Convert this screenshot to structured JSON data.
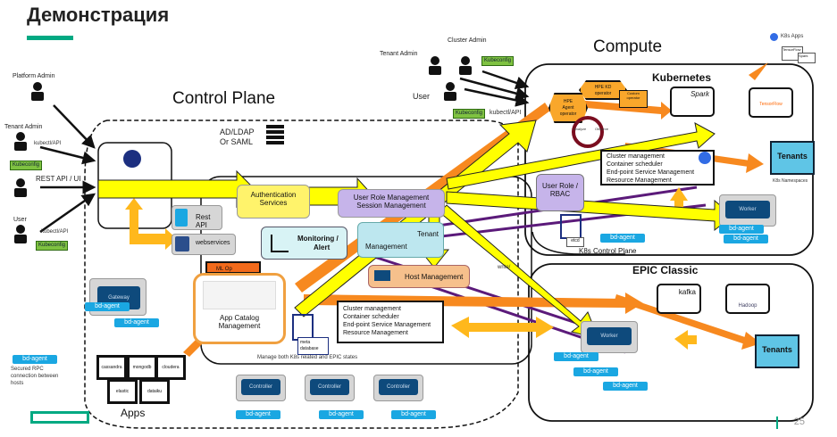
{
  "header": {
    "title": "Демонстрация",
    "accent_color": "#01a982"
  },
  "regions": {
    "control_plane": "Control Plane",
    "compute": "Compute",
    "kubernetes": "Kubernetes",
    "epic_classic": "EPIC Classic",
    "k8s_control_plane": "K8s Control Plane",
    "apps": "Apps"
  },
  "actors_left": [
    {
      "role": "Platform Admin",
      "channel": "",
      "kubeconfig": false
    },
    {
      "role": "Tenant Admin",
      "channel": "kubectl/API",
      "kubeconfig": true
    },
    {
      "role": "",
      "channel": "REST API / UI",
      "kubeconfig": false
    },
    {
      "role": "User",
      "channel": "kubectl/API",
      "kubeconfig": true
    }
  ],
  "actors_top": {
    "tenant_admin": "Tenant Admin",
    "cluster_admin": "Cluster Admin",
    "user": "User",
    "channel": "kubectl/API"
  },
  "kubeconfig_label": "Kubeconfig",
  "control_plane": {
    "auth_source": [
      "AD/LDAP",
      "Or SAML"
    ],
    "authentication": [
      "Authentication",
      "Services"
    ],
    "user_role": [
      "User Role Management",
      "Session Management"
    ],
    "rest_api": "Rest API",
    "api_icon_label": "API",
    "webservices": "webservices",
    "monitoring": [
      "Monitoring /",
      "Alert"
    ],
    "tenant_mgmt": [
      "Tenant",
      "Management"
    ],
    "host_mgmt": "Host Management",
    "ml_op": "ML Op",
    "app_catalog": [
      "App Catalog",
      "Management"
    ],
    "cluster_features": [
      "Cluster management",
      "Container scheduler",
      "End-point Service Management",
      "Resource Management"
    ],
    "meta_db": [
      "meta",
      "database"
    ],
    "manage_note": "Manage both K8s related and EPIC states",
    "gateway": "Gateway",
    "controllers": [
      "Controller",
      "Controller",
      "Controller"
    ]
  },
  "compute": {
    "k8s_apps": "K8s Apps",
    "hpe_kd_operator": [
      "HPE KD",
      "operator"
    ],
    "hpe_agent_operator": [
      "HPE",
      "Agent",
      "operator"
    ],
    "custom_operator": [
      "Custom",
      "operator"
    ],
    "loop_labels": [
      "Analyze",
      "Observe"
    ],
    "k8s_features": [
      "Cluster management",
      "Container scheduler",
      "End-point Service Management",
      "Resource Management"
    ],
    "user_role_rbac": [
      "User Role /",
      "RBAC"
    ],
    "etcd": "etcd",
    "k8s_apps_tiles": [
      "Spark",
      "TensorFlow"
    ],
    "tenants": "Tenants",
    "k8s_namespaces": "K8s Namespaces",
    "worker": "Worker",
    "epic_apps": [
      "kafka",
      "Hadoop"
    ],
    "epic_tenants": "Tenants",
    "write_label": "write/",
    "k8s_apps_icons": [
      "TensorFlow",
      "Spark"
    ]
  },
  "legend": {
    "badge": "bd-agent",
    "text": [
      "Secured RPC",
      "connection between",
      "hosts"
    ]
  },
  "bd_agent": "bd-agent",
  "app_logos": [
    "cassandra",
    "mongodb",
    "cloudera",
    "elastic",
    "dataiku"
  ],
  "page_number": "25",
  "colors": {
    "yellow_arrow": "#ffff00",
    "orange_arrow": "#f7891f",
    "amber_arrow": "#ffb81c",
    "purple_line": "#5b1a7a",
    "kubeconfig_green": "#7fc241",
    "bd_agent_blue": "#1aa7e2",
    "controller_navy": "#0e4a7c"
  }
}
